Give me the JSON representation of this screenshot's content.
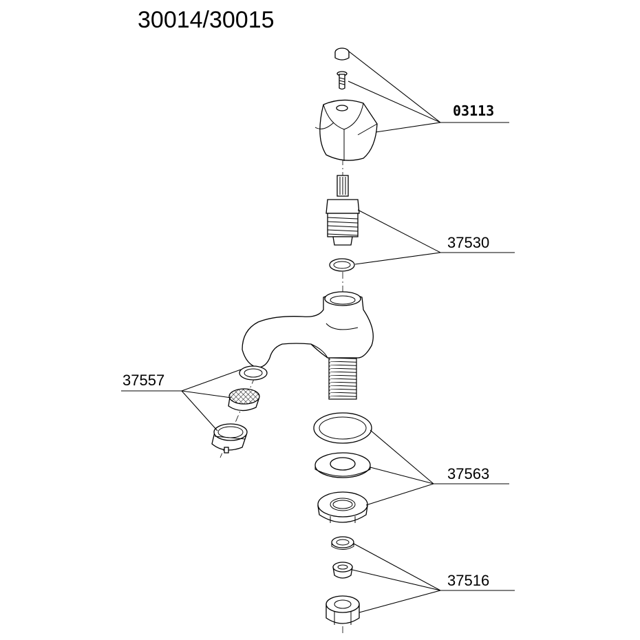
{
  "diagram": {
    "title": "30014/30015",
    "parts": [
      {
        "id": "03113"
      },
      {
        "id": "37530"
      },
      {
        "id": "37557"
      },
      {
        "id": "37563"
      },
      {
        "id": "37516"
      }
    ]
  }
}
